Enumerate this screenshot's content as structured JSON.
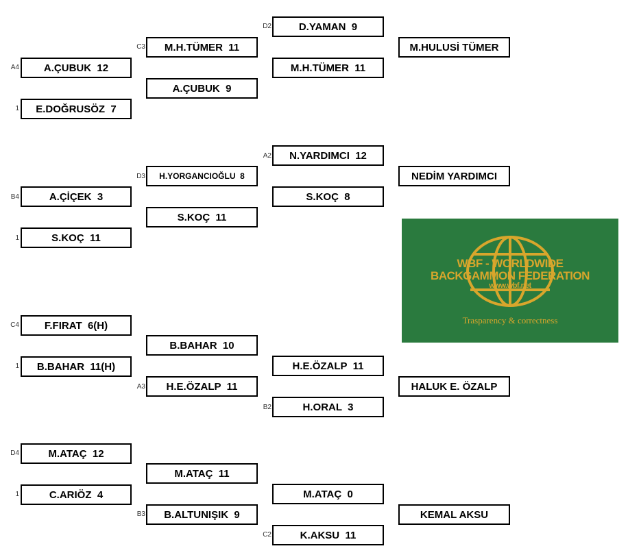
{
  "round1": [
    {
      "seed": "A4",
      "name": "A.ÇUBUK  12"
    },
    {
      "seed": "1",
      "name": "E.DOĞRUSÖZ  7"
    },
    {
      "seed": "B4",
      "name": "A.ÇİÇEK  3"
    },
    {
      "seed": "1",
      "name": "S.KOÇ  11"
    },
    {
      "seed": "C4",
      "name": "F.FIRAT  6(H)"
    },
    {
      "seed": "1",
      "name": "B.BAHAR  11(H)"
    },
    {
      "seed": "D4",
      "name": "M.ATAÇ  12"
    },
    {
      "seed": "1",
      "name": "C.ARIÖZ  4"
    }
  ],
  "round2": [
    {
      "seed": "C3",
      "name": "M.H.TÜMER  11"
    },
    {
      "seed": "",
      "name": "A.ÇUBUK  9"
    },
    {
      "seed": "D3",
      "name": "H.YORGANCIOĞLU  8"
    },
    {
      "seed": "",
      "name": "S.KOÇ  11"
    },
    {
      "seed": "",
      "name": "B.BAHAR  10"
    },
    {
      "seed": "A3",
      "name": "H.E.ÖZALP  11"
    },
    {
      "seed": "",
      "name": "M.ATAÇ  11"
    },
    {
      "seed": "B3",
      "name": "B.ALTUNIŞIK  9"
    }
  ],
  "round3": [
    {
      "seed": "D2",
      "name": "D.YAMAN  9"
    },
    {
      "seed": "",
      "name": "M.H.TÜMER  11"
    },
    {
      "seed": "A2",
      "name": "N.YARDIMCI  12"
    },
    {
      "seed": "",
      "name": "S.KOÇ  8"
    },
    {
      "seed": "",
      "name": "H.E.ÖZALP  11"
    },
    {
      "seed": "B2",
      "name": "H.ORAL  3"
    },
    {
      "seed": "",
      "name": "M.ATAÇ  0"
    },
    {
      "seed": "C2",
      "name": "K.AKSU  11"
    }
  ],
  "winners": [
    {
      "name": "M.HULUSİ TÜMER"
    },
    {
      "name": "NEDİM YARDIMCI"
    },
    {
      "name": "HALUK E. ÖZALP"
    },
    {
      "name": "KEMAL AKSU"
    }
  ],
  "logo": {
    "line1": "WBF - WORLDWIDE",
    "line2": "BACKGAMMON FEDERATION",
    "line3": "www.wbf.net",
    "tagline": "Trasparency & correctness",
    "background_color": "#2a7a3e",
    "text_color": "#d8a62c"
  }
}
